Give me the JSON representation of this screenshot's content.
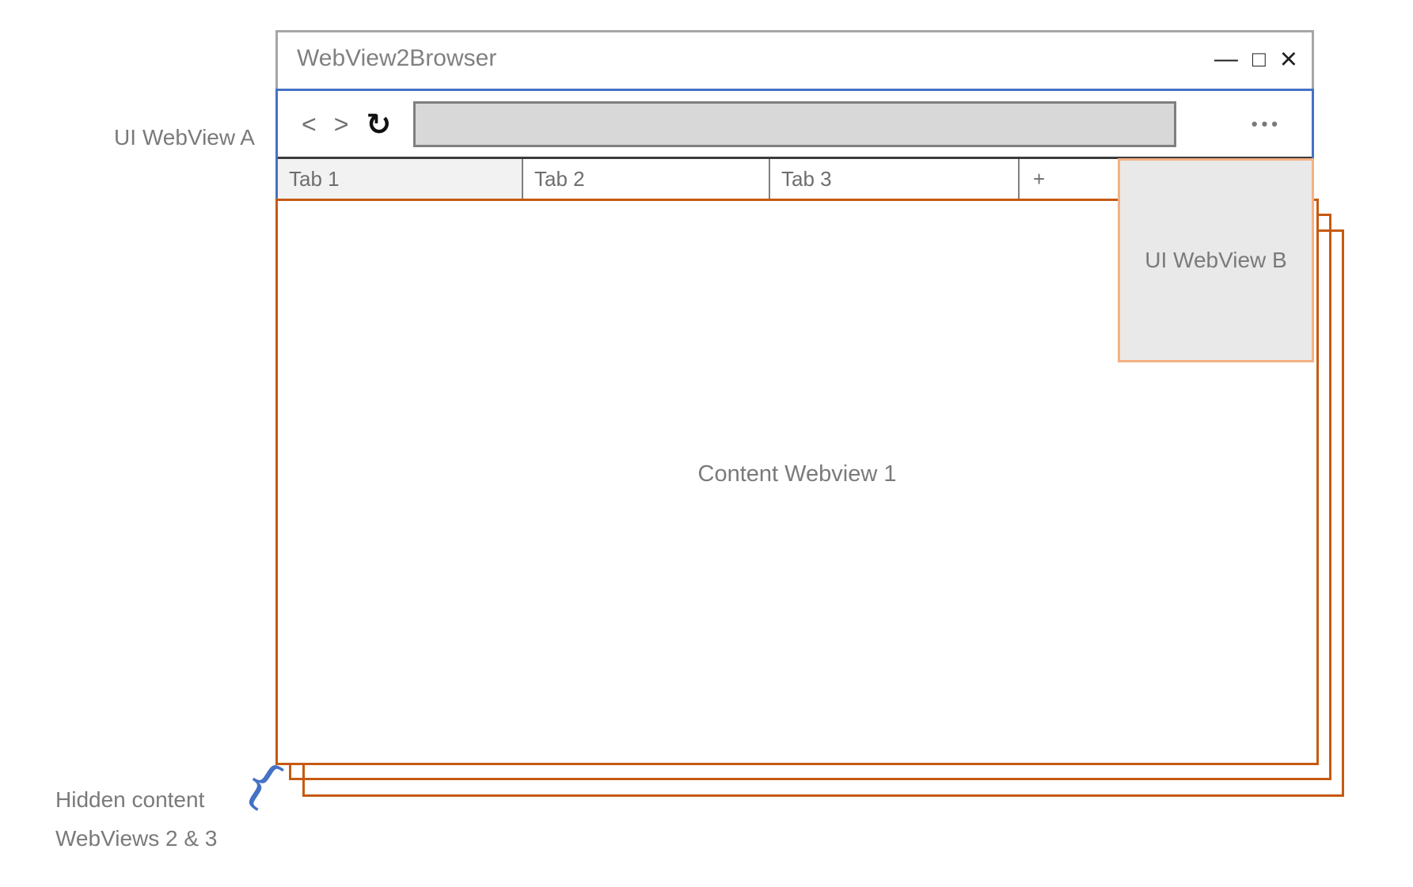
{
  "diagram": {
    "labels": {
      "ui_webview_a": "UI WebView A",
      "ui_webview_b": "UI WebView B",
      "content_webview": "Content Webview 1",
      "hidden_caption_line1": "Hidden content",
      "hidden_caption_line2": "WebViews 2 & 3",
      "brace_glyph": "{"
    },
    "colors": {
      "accent_blue": "#4472C4",
      "accent_orange": "#C55A11",
      "accent_peach": "#F4B183",
      "frame_gray": "#A6A6A6"
    }
  },
  "browser": {
    "title": "WebView2Browser",
    "window_controls": {
      "minimize": "—",
      "maximize": "□",
      "close": "×"
    },
    "toolbar": {
      "back": "<",
      "forward": ">",
      "reload": "↻",
      "menu": "•••",
      "address_value": ""
    },
    "tabs": [
      {
        "label": "Tab 1",
        "active": true
      },
      {
        "label": "Tab 2",
        "active": false
      },
      {
        "label": "Tab 3",
        "active": false
      },
      {
        "label": "+",
        "active": false
      }
    ]
  }
}
